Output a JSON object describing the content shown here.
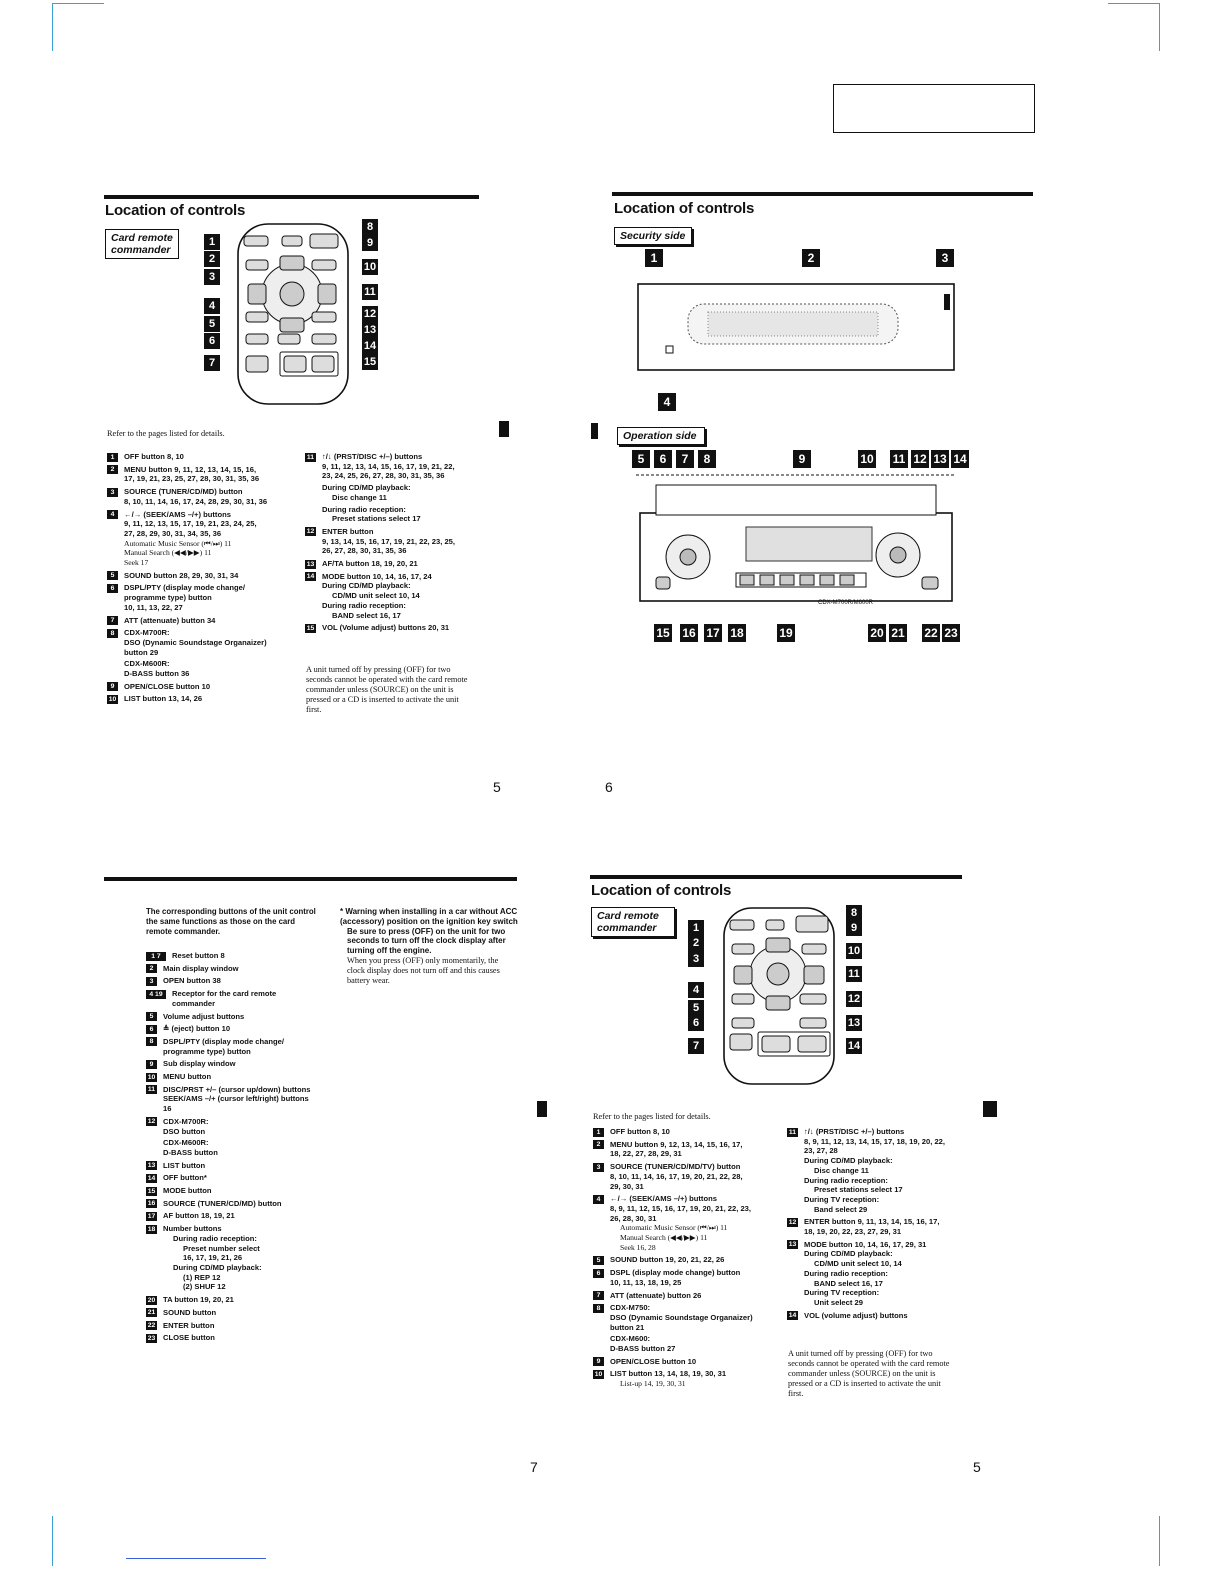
{
  "quad1": {
    "title": "Location of controls",
    "tag": "Card remote commander",
    "callouts": [
      "1",
      "2",
      "3",
      "4",
      "5",
      "6",
      "7",
      "8",
      "9",
      "10",
      "11",
      "12",
      "13",
      "14",
      "15"
    ],
    "refer": "Refer to the pages listed for details.",
    "col1": [
      {
        "n": "1",
        "lines": [
          "OFF button 8, 10"
        ]
      },
      {
        "n": "2",
        "lines": [
          "MENU button 9, 11, 12, 13, 14, 15, 16,",
          "17, 19, 21, 23, 25, 27, 28, 30, 31, 35, 36"
        ]
      },
      {
        "n": "3",
        "lines": [
          "SOURCE (TUNER/CD/MD) button",
          "8, 10, 11, 14, 16, 17, 24, 28, 29, 30, 31, 36"
        ]
      },
      {
        "n": "4",
        "lines": [
          "←/→ (SEEK/AMS –/+) buttons",
          "9, 11, 12, 13, 15, 17, 19, 21, 23, 24, 25,",
          "27, 28, 29, 30, 31, 34, 35, 36"
        ],
        "serif": [
          "Automatic Music Sensor (⏮/⏭) 11",
          "Manual Search (◀◀/▶▶) 11",
          "Seek 17"
        ]
      },
      {
        "n": "5",
        "lines": [
          "SOUND button 28, 29, 30, 31, 34"
        ]
      },
      {
        "n": "6",
        "lines": [
          "DSPL/PTY (display mode change/",
          "programme type) button",
          "10, 11, 13, 22, 27"
        ]
      },
      {
        "n": "7",
        "lines": [
          "ATT (attenuate) button 34"
        ]
      },
      {
        "n": "8",
        "lines": [
          "CDX-M700R:",
          "DSO (Dynamic Soundstage Organaizer)",
          "button 29",
          "CDX-M600R:",
          "D-BASS button 36"
        ]
      },
      {
        "n": "9",
        "lines": [
          "OPEN/CLOSE button 10"
        ]
      },
      {
        "n": "10",
        "lines": [
          "LIST button 13, 14, 26"
        ]
      }
    ],
    "col2": [
      {
        "n": "11",
        "lines": [
          "↑/↓ (PRST/DISC +/–) buttons",
          "9, 11, 12, 13, 14, 15, 16, 17, 19, 21, 22,",
          "23, 24, 25, 26, 27, 28, 30, 31, 35, 36",
          "During CD/MD playback:",
          "Disc change 11",
          "During radio reception:",
          "Preset stations select 17"
        ]
      },
      {
        "n": "12",
        "lines": [
          "ENTER button",
          "9, 13, 14, 15, 16, 17, 19, 21, 22, 23, 25,",
          "26, 27, 28, 30, 31, 35, 36"
        ]
      },
      {
        "n": "13",
        "lines": [
          "AF/TA button 18, 19, 20, 21"
        ]
      },
      {
        "n": "14",
        "lines": [
          "MODE button 10, 14, 16, 17, 24",
          "During CD/MD playback:",
          "CD/MD unit select 10, 14",
          "During radio reception:",
          "BAND select 16, 17"
        ]
      },
      {
        "n": "15",
        "lines": [
          "VOL (Volume adjust) buttons 20, 31"
        ]
      }
    ],
    "note": "A unit turned off by pressing (OFF) for two seconds cannot be operated with the card remote commander unless (SOURCE) on the unit is pressed or a CD is inserted to activate the unit first.",
    "page": "5"
  },
  "quad2": {
    "title": "Location of controls",
    "tag_security": "Security side",
    "tag_operation": "Operation side",
    "model_label": "CDX-M700R/M600R",
    "sec_callouts": [
      "1",
      "2",
      "3",
      "4"
    ],
    "op_callouts_top": [
      "5",
      "6",
      "7",
      "8",
      "9",
      "10",
      "11",
      "12",
      "13",
      "14"
    ],
    "op_callouts_bottom": [
      "15",
      "16",
      "17",
      "18",
      "19",
      "20",
      "21",
      "22",
      "23"
    ],
    "page": "6"
  },
  "quad3": {
    "intro": "The corresponding buttons of the unit control the same functions as those on the card remote commander.",
    "items": [
      {
        "n": "1 7",
        "lines": [
          "Reset button 8"
        ]
      },
      {
        "n": "2",
        "lines": [
          "Main display window"
        ]
      },
      {
        "n": "3",
        "lines": [
          "OPEN button 38"
        ]
      },
      {
        "n": "4 19",
        "lines": [
          "Receptor for the card remote",
          "commander"
        ]
      },
      {
        "n": "5",
        "lines": [
          "Volume adjust buttons"
        ]
      },
      {
        "n": "6",
        "lines": [
          "≜ (eject) button 10"
        ]
      },
      {
        "n": "8",
        "lines": [
          "DSPL/PTY (display mode change/",
          "programme type) button"
        ]
      },
      {
        "n": "9",
        "lines": [
          "Sub display window"
        ]
      },
      {
        "n": "10",
        "lines": [
          "MENU button"
        ]
      },
      {
        "n": "11",
        "lines": [
          "DISC/PRST +/– (cursor up/down) buttons",
          "SEEK/AMS –/+ (cursor left/right) buttons",
          "16"
        ]
      },
      {
        "n": "12",
        "lines": [
          "CDX-M700R:",
          "DSO button",
          "CDX-M600R:",
          "D-BASS button"
        ]
      },
      {
        "n": "13",
        "lines": [
          "LIST button"
        ]
      },
      {
        "n": "14",
        "lines": [
          "OFF button*"
        ]
      },
      {
        "n": "15",
        "lines": [
          "MODE button"
        ]
      },
      {
        "n": "16",
        "lines": [
          "SOURCE (TUNER/CD/MD) button"
        ]
      },
      {
        "n": "17",
        "lines": [
          "AF button 18, 19, 21"
        ]
      },
      {
        "n": "18",
        "lines": [
          "Number buttons",
          "During radio reception:",
          "Preset number select",
          "16, 17, 19, 21, 26",
          "During CD/MD playback:",
          "(1) REP 12",
          "(2) SHUF 12"
        ]
      },
      {
        "n": "20",
        "lines": [
          "TA button 19, 20, 21"
        ]
      },
      {
        "n": "21",
        "lines": [
          "SOUND button"
        ]
      },
      {
        "n": "22",
        "lines": [
          "ENTER button"
        ]
      },
      {
        "n": "23",
        "lines": [
          "CLOSE button"
        ]
      }
    ],
    "warning_title": "* Warning when installing in a car without ACC (accessory) position on the ignition key switch",
    "warning_bold": "Be sure to press (OFF) on the unit for two seconds to turn off the clock display after turning off the engine.",
    "warning_serif": "When you press (OFF) only momentarily, the clock display does not turn off and this causes battery wear.",
    "page": "7"
  },
  "quad4": {
    "title": "Location of controls",
    "tag": "Card remote commander",
    "callouts": [
      "1",
      "2",
      "3",
      "4",
      "5",
      "6",
      "7",
      "8",
      "9",
      "10",
      "11",
      "12",
      "13",
      "14"
    ],
    "refer": "Refer to the pages listed for details.",
    "col1": [
      {
        "n": "1",
        "lines": [
          "OFF button 8, 10"
        ]
      },
      {
        "n": "2",
        "lines": [
          "MENU button 9, 12, 13, 14, 15, 16, 17,",
          "18, 22, 27, 28, 29, 31"
        ]
      },
      {
        "n": "3",
        "lines": [
          "SOURCE (TUNER/CD/MD/TV) button",
          "8, 10, 11, 14, 16, 17, 19, 20, 21, 22, 28,",
          "29, 30, 31"
        ]
      },
      {
        "n": "4",
        "lines": [
          "←/→ (SEEK/AMS –/+) buttons",
          "8, 9, 11, 12, 15, 16, 17, 19, 20, 21, 22, 23,",
          "26, 28, 30, 31"
        ],
        "serif": [
          "Automatic Music Sensor (⏮/⏭) 11",
          "Manual Search (◀◀/▶▶) 11",
          "Seek 16, 28"
        ]
      },
      {
        "n": "5",
        "lines": [
          "SOUND button 19, 20, 21, 22, 26"
        ]
      },
      {
        "n": "6",
        "lines": [
          "DSPL (display mode change) button",
          "10, 11, 13, 18, 19, 25"
        ]
      },
      {
        "n": "7",
        "lines": [
          "ATT (attenuate) button 26"
        ]
      },
      {
        "n": "8",
        "lines": [
          "CDX-M750:",
          "DSO (Dynamic Soundstage Organaizer)",
          "button 21",
          "CDX-M600:",
          "D-BASS button 27"
        ]
      },
      {
        "n": "9",
        "lines": [
          "OPEN/CLOSE button 10"
        ]
      },
      {
        "n": "10",
        "lines": [
          "LIST button 13, 14, 18, 19, 30, 31"
        ],
        "serif": [
          "List-up 14, 19, 30, 31"
        ]
      }
    ],
    "col2": [
      {
        "n": "11",
        "lines": [
          "↑/↓ (PRST/DISC +/–) buttons",
          "8, 9, 11, 12, 13, 14, 15, 17, 18, 19, 20, 22,",
          "23, 27, 28",
          "During CD/MD playback:",
          "Disc change 11",
          "During radio reception:",
          "Preset stations select 17",
          "During TV reception:",
          "Band select 29"
        ]
      },
      {
        "n": "12",
        "lines": [
          "ENTER button 9, 11, 13, 14, 15, 16, 17,",
          "18, 19, 20, 22, 23, 27, 29, 31"
        ]
      },
      {
        "n": "13",
        "lines": [
          "MODE button 10, 14, 16, 17, 29, 31",
          "During CD/MD playback:",
          "CD/MD unit select 10, 14",
          "During radio reception:",
          "BAND select 16, 17",
          "During TV reception:",
          "Unit select 29"
        ]
      },
      {
        "n": "14",
        "lines": [
          "VOL (volume adjust) buttons"
        ]
      }
    ],
    "note": "A unit turned off by pressing (OFF) for two seconds cannot be operated with the card remote commander unless (SOURCE) on the unit is pressed or a CD is inserted to activate the unit first.",
    "page": "5"
  }
}
